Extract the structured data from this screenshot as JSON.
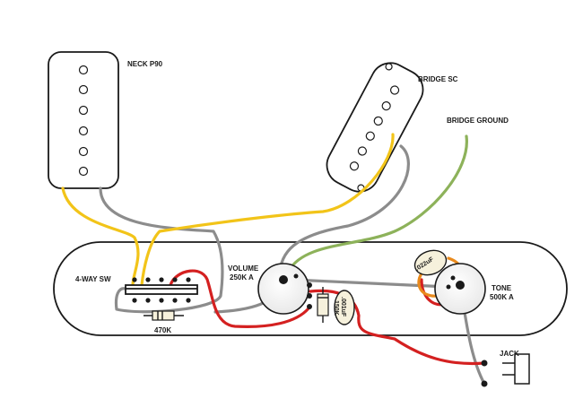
{
  "labels": {
    "neck_pickup": "NECK P90",
    "bridge_pickup": "BRIDGE SC",
    "bridge_ground": "BRIDGE GROUND",
    "switch": "4-WAY SW",
    "volume_line1": "VOLUME",
    "volume_line2": "250K A",
    "tone_line1": "TONE",
    "tone_line2": "500K A",
    "resistor_switch": "470K",
    "resistor_volume": "150K",
    "cap_volume": ".001uF",
    "cap_tone": ".022uF",
    "jack": "JACK"
  },
  "colors": {
    "background": "#ffffff",
    "outline": "#1a1a1a",
    "wire_yellow": "#f2c419",
    "wire_gray": "#8c8c8c",
    "wire_red": "#d42020",
    "wire_green": "#8db25a",
    "wire_orange": "#e98a1c",
    "component_fill": "#f6f1dc"
  }
}
